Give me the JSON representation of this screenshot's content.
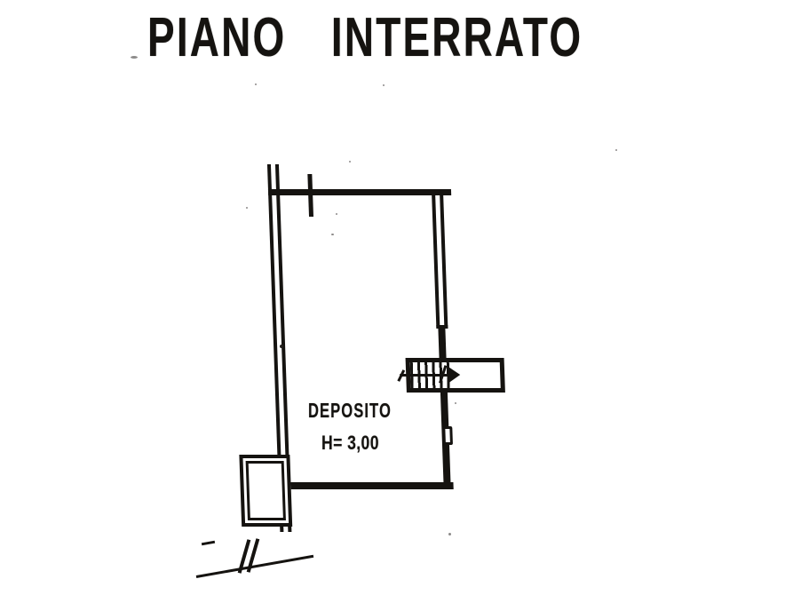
{
  "page": {
    "ink": "#151310",
    "paper": "#ffffff"
  },
  "title": {
    "text": "PIANO INTERRATO"
  },
  "room": {
    "label": "DEPOSITO",
    "height_label": "H= 3,00"
  }
}
